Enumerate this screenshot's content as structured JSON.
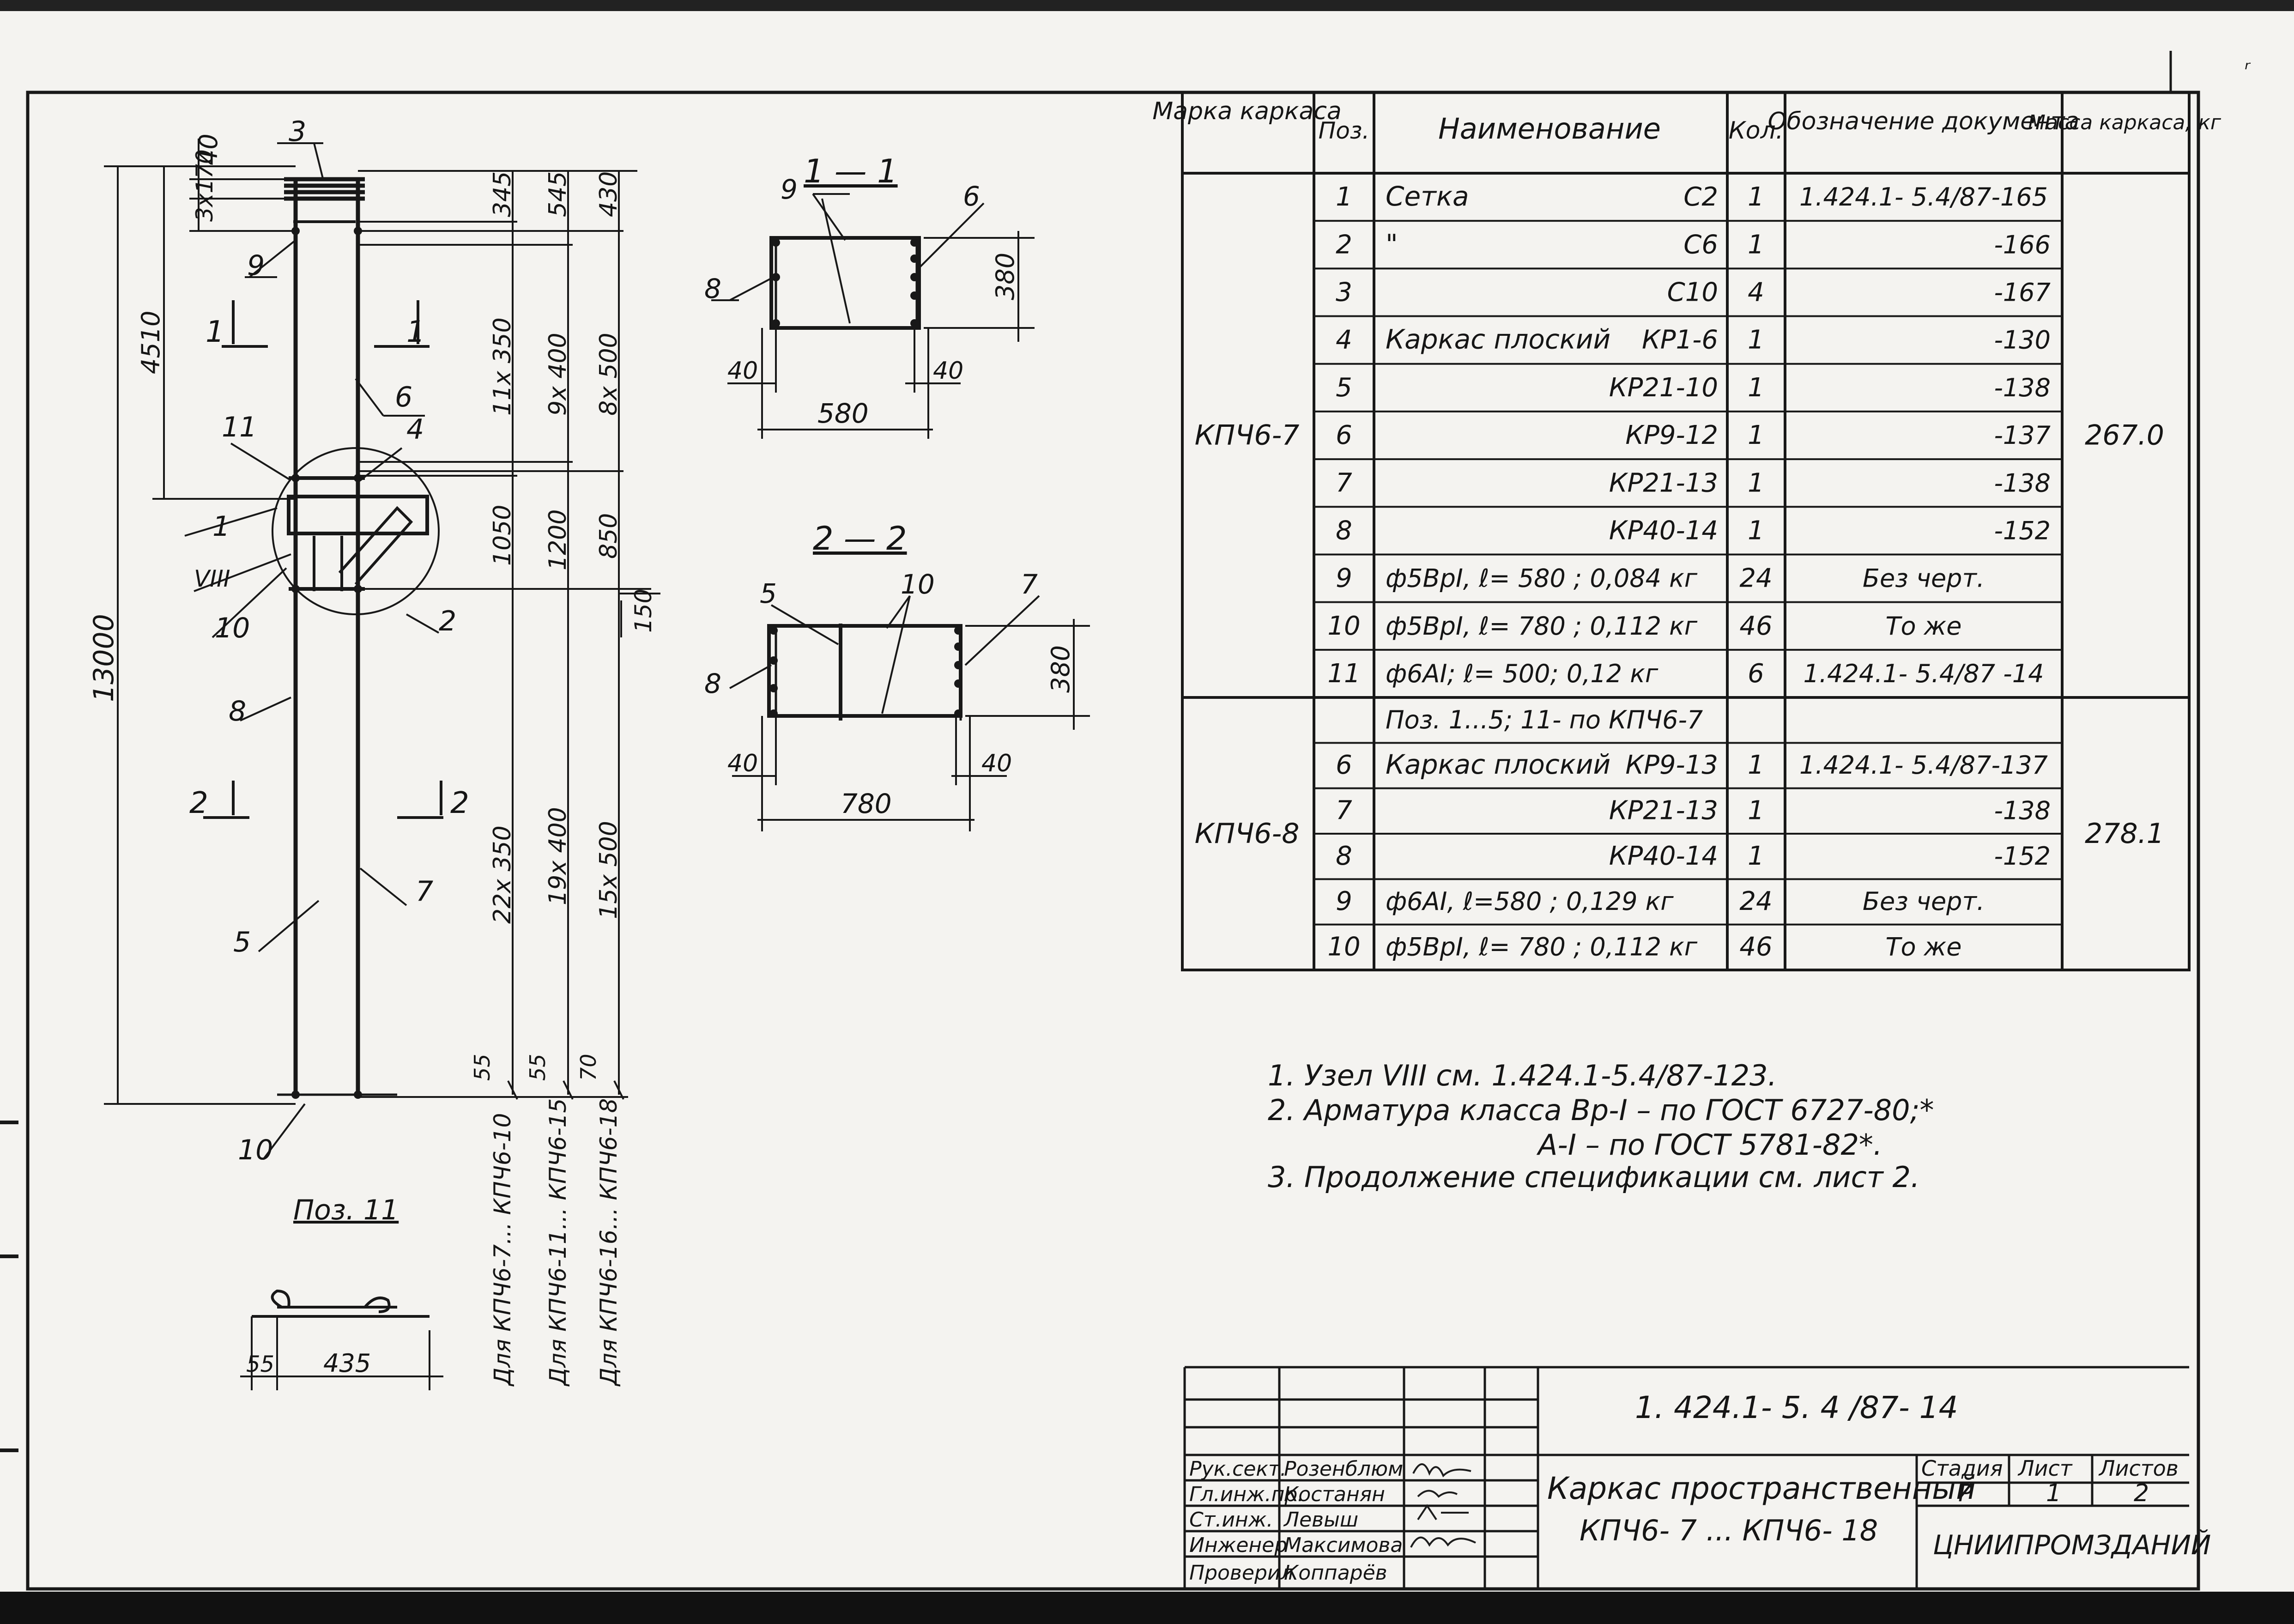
{
  "drawing": {
    "section_1_label": "1 — 1",
    "section_2_label": "2 — 2",
    "cut_marks": [
      "1",
      "1",
      "2",
      "2"
    ],
    "node_mark": "VIII",
    "callouts": [
      "1",
      "2",
      "3",
      "4",
      "5",
      "6",
      "7",
      "8",
      "9",
      "10",
      "11"
    ],
    "elevation_dims_left": [
      "40",
      "3x170",
      "4510",
      "13000"
    ],
    "elevation_dims_right_a": [
      "345",
      "11x 350",
      "1050",
      "22x 350",
      "55"
    ],
    "elevation_dims_right_b": [
      "545",
      "9x 400",
      "1200",
      "19x 400",
      "55"
    ],
    "elevation_dims_right_c": [
      "430",
      "8x 500",
      "850",
      "15x 500",
      "70"
    ],
    "dim_150": "150",
    "column_captions": [
      "Для КПЧ6-7... КПЧ6-10",
      "Для КПЧ6-11... КПЧ6-15",
      "Для КПЧ6-16... КПЧ6-18"
    ],
    "section_1": {
      "width": "580",
      "height": "380",
      "edge_left": "40",
      "edge_right": "40"
    },
    "section_2": {
      "width": "780",
      "height": "380",
      "edge_left": "40",
      "edge_right": "40"
    },
    "pos11": {
      "title": "Поз. 11",
      "dim_a": "55",
      "dim_b": "435"
    }
  },
  "spec_table": {
    "headers": [
      "Марка каркаса",
      "Поз.",
      "Наименование",
      "Кол.",
      "Обозначение документа",
      "Масса каркаса, кг"
    ],
    "groups": [
      {
        "mark": "КПЧ6-7",
        "mass": "267.0",
        "rows": [
          {
            "pos": "1",
            "name": "Сетка",
            "code": "С2",
            "qty": "1",
            "doc": "1.424.1- 5.4/87-165"
          },
          {
            "pos": "2",
            "name": "\"",
            "code": "С6",
            "qty": "1",
            "doc": "-166"
          },
          {
            "pos": "3",
            "name": "",
            "code": "С10",
            "qty": "4",
            "doc": "-167"
          },
          {
            "pos": "4",
            "name": "Каркас плоский",
            "code": "КР1-6",
            "qty": "1",
            "doc": "-130"
          },
          {
            "pos": "5",
            "name": "",
            "code": "КР21-10",
            "qty": "1",
            "doc": "-138"
          },
          {
            "pos": "6",
            "name": "",
            "code": "КР9-12",
            "qty": "1",
            "doc": "-137"
          },
          {
            "pos": "7",
            "name": "",
            "code": "КР21-13",
            "qty": "1",
            "doc": "-138"
          },
          {
            "pos": "8",
            "name": "",
            "code": "КР40-14",
            "qty": "1",
            "doc": "-152"
          },
          {
            "pos": "9",
            "name": "ф5ВрI, ℓ= 580 ; 0,084 кг",
            "code": "",
            "qty": "24",
            "doc": "Без черт."
          },
          {
            "pos": "10",
            "name": "ф5ВрI, ℓ= 780 ; 0,112 кг",
            "code": "",
            "qty": "46",
            "doc": "То же"
          },
          {
            "pos": "11",
            "name": "ф6АI; ℓ= 500; 0,12 кг",
            "code": "",
            "qty": "6",
            "doc": "1.424.1- 5.4/87 -14"
          }
        ]
      },
      {
        "mark": "КПЧ6-8",
        "mass": "278.1",
        "rows": [
          {
            "pos": "",
            "name": "Поз. 1...5; 11- по КПЧ6-7",
            "code": "",
            "qty": "",
            "doc": ""
          },
          {
            "pos": "6",
            "name": "Каркас плоский",
            "code": "КР9-13",
            "qty": "1",
            "doc": "1.424.1- 5.4/87-137"
          },
          {
            "pos": "7",
            "name": "",
            "code": "КР21-13",
            "qty": "1",
            "doc": "-138"
          },
          {
            "pos": "8",
            "name": "",
            "code": "КР40-14",
            "qty": "1",
            "doc": "-152"
          },
          {
            "pos": "9",
            "name": "ф6АI, ℓ=580 ; 0,129 кг",
            "code": "",
            "qty": "24",
            "doc": "Без черт."
          },
          {
            "pos": "10",
            "name": "ф5ВрI, ℓ= 780 ; 0,112 кг",
            "code": "",
            "qty": "46",
            "doc": "То же"
          }
        ]
      }
    ]
  },
  "notes": [
    "1. Узел VIII см. 1.424.1-5.4/87-123.",
    "2. Арматура класса  Вр-I – по ГОСТ 6727-80;*",
    "А-I – по ГОСТ 5781-82*.",
    "3. Продолжение спецификации см. лист 2."
  ],
  "title_block": {
    "doc_code": "1. 424.1- 5. 4 /87- 14",
    "title_line1": "Каркас пространственный",
    "title_line2": "КПЧ6- 7 ... КПЧ6- 18",
    "stage_label": "Стадия",
    "sheet_label": "Лист",
    "sheets_label": "Листов",
    "stage": "Р",
    "sheet": "1",
    "sheets": "2",
    "org": "ЦНИИПРОМЗДАНИЙ",
    "roles": [
      "Рук.сект.",
      "Гл.инж.пр.",
      "Ст.инж.",
      "Инженер",
      "Проверил"
    ],
    "names": [
      "Розенблюм",
      "Костанян",
      "Левыш",
      "Максимова",
      "Коппарёв"
    ]
  }
}
